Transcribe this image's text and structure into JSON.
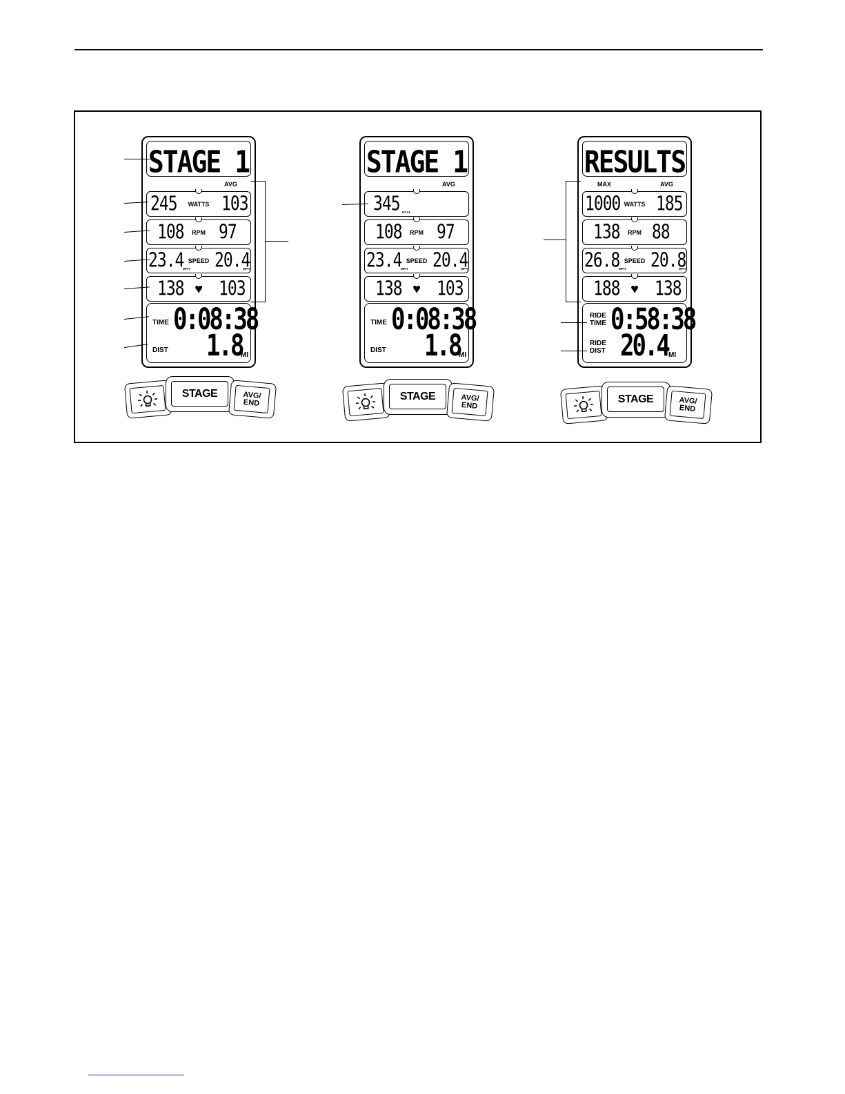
{
  "consoles": [
    {
      "title": "STAGE 1",
      "header_left": "",
      "header_right": "AVG",
      "rows": [
        {
          "left": "245",
          "left_unit": "",
          "label": "WATTS",
          "right": "103",
          "right_unit": ""
        },
        {
          "left": "108",
          "left_unit": "",
          "label": "RPM",
          "right": "97",
          "right_unit": ""
        },
        {
          "left": "23.4",
          "left_unit": "MPH",
          "label": "SPEED",
          "right": "20.4",
          "right_unit": "MPH"
        },
        {
          "left": "138",
          "left_unit": "",
          "label": "heart",
          "right": "103",
          "right_unit": ""
        }
      ],
      "time_label_1": "",
      "time_label_2": "TIME",
      "time_value": "0:08:38",
      "dist_label_1": "",
      "dist_label_2": "DIST",
      "dist_value": "1.8",
      "dist_unit": "MI"
    },
    {
      "title": "STAGE 1",
      "header_left": "",
      "header_right": "AVG",
      "rows": [
        {
          "left": "345",
          "left_unit": "KCAL",
          "label": "",
          "right": "",
          "right_unit": ""
        },
        {
          "left": "108",
          "left_unit": "",
          "label": "RPM",
          "right": "97",
          "right_unit": ""
        },
        {
          "left": "23.4",
          "left_unit": "MPH",
          "label": "SPEED",
          "right": "20.4",
          "right_unit": "MPH"
        },
        {
          "left": "138",
          "left_unit": "",
          "label": "heart",
          "right": "103",
          "right_unit": ""
        }
      ],
      "time_label_1": "",
      "time_label_2": "TIME",
      "time_value": "0:08:38",
      "dist_label_1": "",
      "dist_label_2": "DIST",
      "dist_value": "1.8",
      "dist_unit": "MI"
    },
    {
      "title": "RESULTS",
      "header_left": "MAX",
      "header_right": "AVG",
      "rows": [
        {
          "left": "1000",
          "left_unit": "",
          "label": "WATTS",
          "right": "185",
          "right_unit": ""
        },
        {
          "left": "138",
          "left_unit": "",
          "label": "RPM",
          "right": "88",
          "right_unit": ""
        },
        {
          "left": "26.8",
          "left_unit": "MPH",
          "label": "SPEED",
          "right": "20.8",
          "right_unit": "MPH"
        },
        {
          "left": "188",
          "left_unit": "",
          "label": "heart",
          "right": "138",
          "right_unit": ""
        }
      ],
      "time_label_1": "RIDE",
      "time_label_2": "TIME",
      "time_value": "0:58:38",
      "dist_label_1": "RIDE",
      "dist_label_2": "DIST",
      "dist_value": "20.4",
      "dist_unit": "MI"
    }
  ],
  "buttons": {
    "light_icon": "light-bulb-icon",
    "stage_label": "STAGE",
    "avg_line1": "AVG/",
    "avg_line2": "END"
  },
  "heart_symbol": "♥"
}
